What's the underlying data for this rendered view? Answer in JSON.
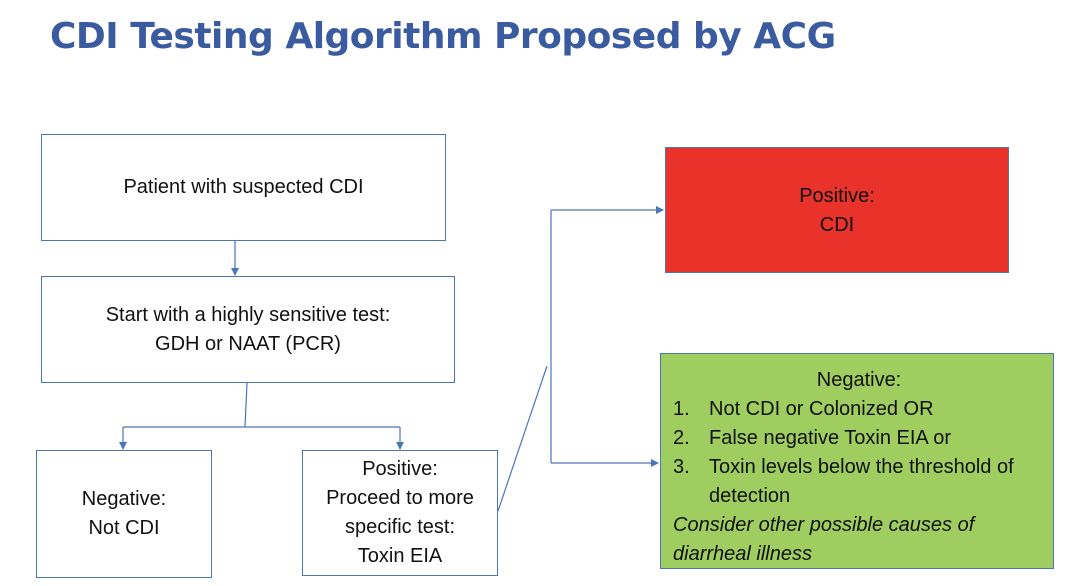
{
  "title": "CDI Testing Algorithm Proposed by ACG",
  "nodes": {
    "start": {
      "text": "Patient with suspected CDI"
    },
    "sensitive_test": {
      "line1": "Start with a highly sensitive test:",
      "line2": "GDH or NAAT (PCR)"
    },
    "negative_left": {
      "line1": "Negative:",
      "line2": "Not CDI"
    },
    "positive_left": {
      "line1": "Positive:",
      "line2": "Proceed to more",
      "line3": "specific test:",
      "line4": "Toxin EIA"
    },
    "positive_right": {
      "line1": "Positive:",
      "line2": "CDI"
    },
    "negative_right": {
      "heading": "Negative:",
      "items": [
        {
          "num": "1.",
          "text": "Not CDI or Colonized OR"
        },
        {
          "num": "2.",
          "text": "False negative Toxin EIA or"
        },
        {
          "num": "3.",
          "text": "Toxin levels below the threshold of detection"
        }
      ],
      "note": "Consider other possible causes of diarrheal illness"
    }
  },
  "colors": {
    "title": "#3a5b9f",
    "border": "#4a76b8",
    "positive_fill": "#e8322a",
    "negative_fill": "#9fcd60"
  }
}
